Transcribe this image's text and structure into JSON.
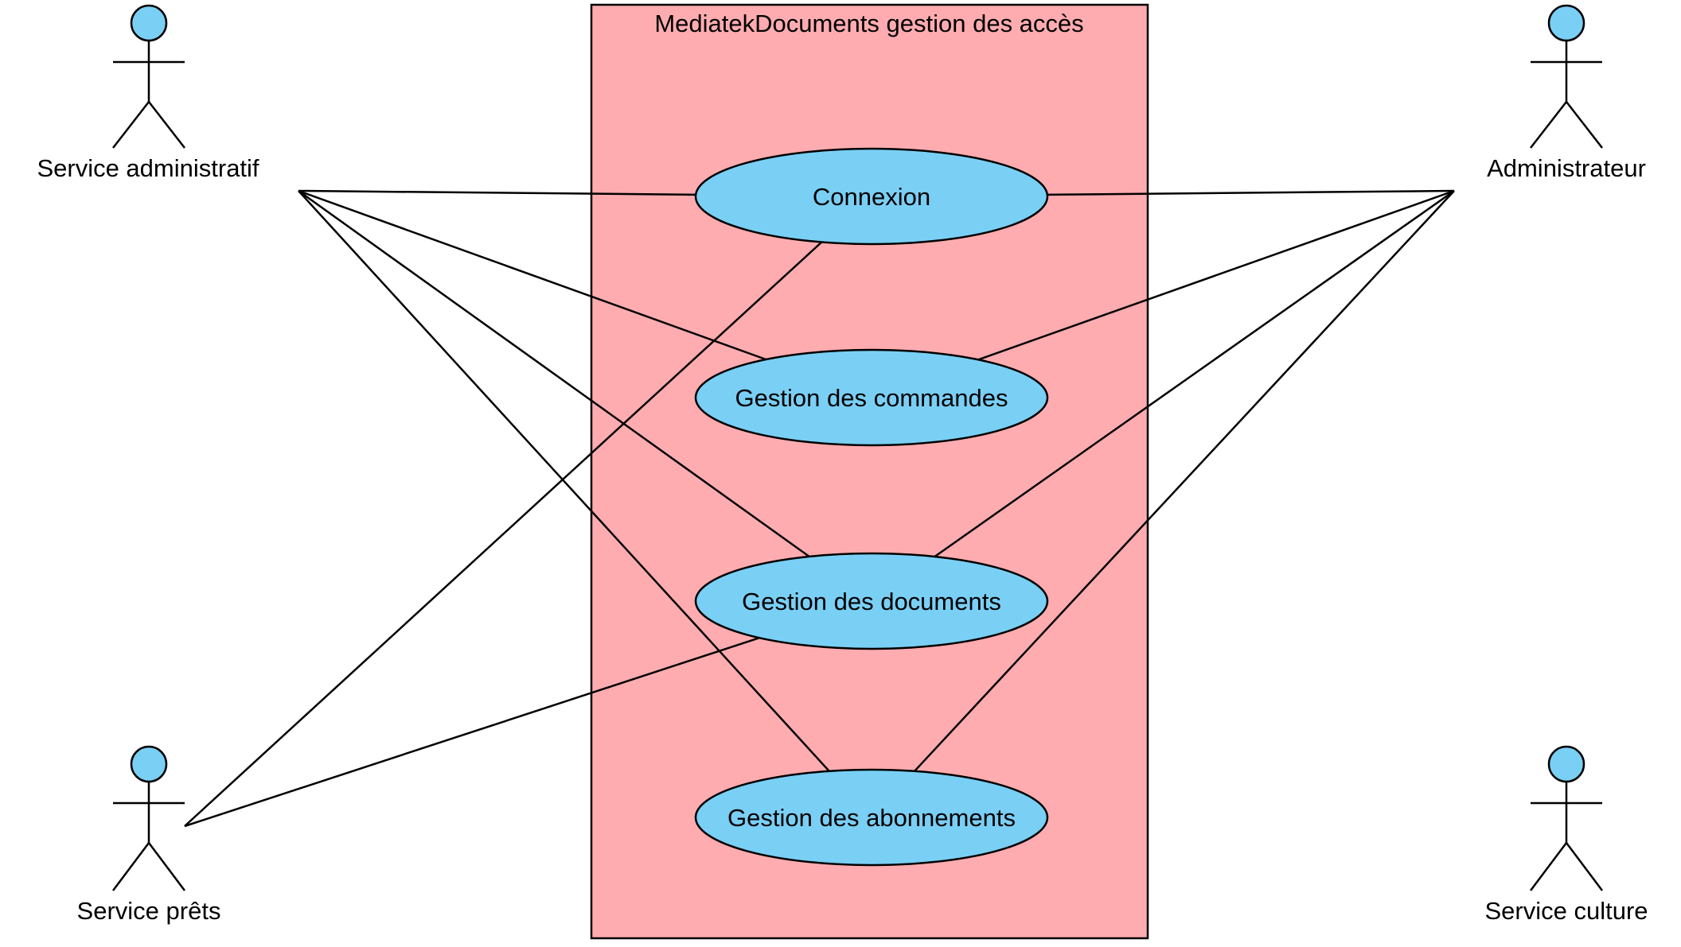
{
  "system": {
    "title": "MediatekDocuments gestion des accès",
    "fill": "#ffacb0"
  },
  "colors": {
    "use_case_fill": "#7acff5",
    "actor_fill": "#7acff5",
    "stroke": "#000000"
  },
  "actors": [
    {
      "id": "admin_service",
      "label": "Service administratif"
    },
    {
      "id": "administrateur",
      "label": "Administrateur"
    },
    {
      "id": "prets",
      "label": "Service prêts"
    },
    {
      "id": "culture",
      "label": "Service culture"
    }
  ],
  "use_cases": [
    {
      "id": "connexion",
      "label": "Connexion"
    },
    {
      "id": "commandes",
      "label": "Gestion des commandes"
    },
    {
      "id": "documents",
      "label": "Gestion des documents"
    },
    {
      "id": "abonnements",
      "label": "Gestion des abonnements"
    }
  ],
  "associations": [
    {
      "actor": "admin_service",
      "use_case": "connexion"
    },
    {
      "actor": "admin_service",
      "use_case": "commandes"
    },
    {
      "actor": "admin_service",
      "use_case": "documents"
    },
    {
      "actor": "admin_service",
      "use_case": "abonnements"
    },
    {
      "actor": "administrateur",
      "use_case": "connexion"
    },
    {
      "actor": "administrateur",
      "use_case": "commandes"
    },
    {
      "actor": "administrateur",
      "use_case": "documents"
    },
    {
      "actor": "administrateur",
      "use_case": "abonnements"
    },
    {
      "actor": "prets",
      "use_case": "connexion"
    },
    {
      "actor": "prets",
      "use_case": "documents"
    }
  ]
}
